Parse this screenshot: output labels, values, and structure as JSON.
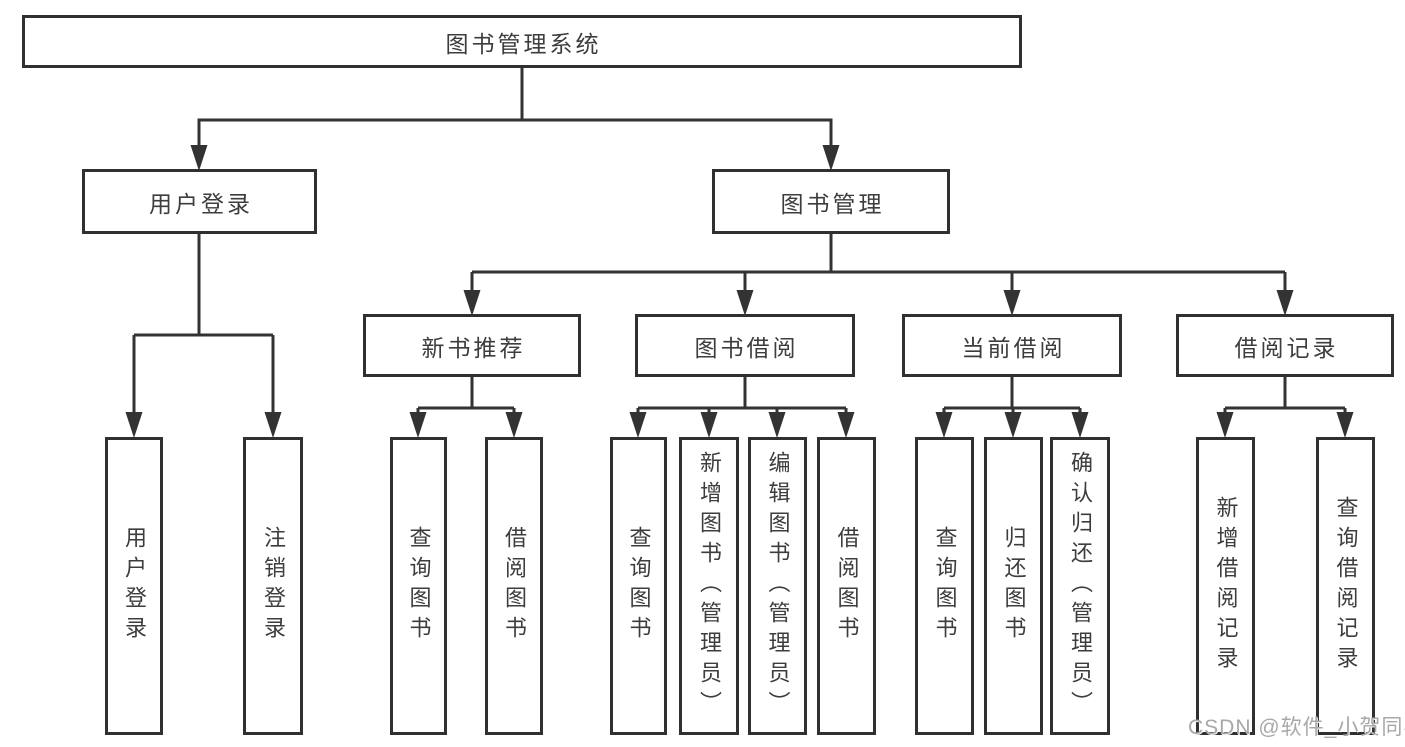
{
  "tree": {
    "label": "图书管理系统",
    "children": [
      {
        "label": "用户登录",
        "children": [
          {
            "label": "用户登录"
          },
          {
            "label": "注销登录"
          }
        ]
      },
      {
        "label": "图书管理",
        "children": [
          {
            "label": "新书推荐",
            "children": [
              {
                "label": "查询图书"
              },
              {
                "label": "借阅图书"
              }
            ]
          },
          {
            "label": "图书借阅",
            "children": [
              {
                "label": "查询图书"
              },
              {
                "label": "新增图书（管理员）"
              },
              {
                "label": "编辑图书（管理员）"
              },
              {
                "label": "借阅图书"
              }
            ]
          },
          {
            "label": "当前借阅",
            "children": [
              {
                "label": "查询图书"
              },
              {
                "label": "归还图书"
              },
              {
                "label": "确认归还（管理员）"
              }
            ]
          },
          {
            "label": "借阅记录",
            "children": [
              {
                "label": "新增借阅记录"
              },
              {
                "label": "查询借阅记录"
              }
            ]
          }
        ]
      }
    ]
  },
  "watermark": {
    "text": "CSDN @软件_小贺同学"
  },
  "colors": {
    "line": "#333333",
    "border": "#303030",
    "text": "#3d3d3d",
    "watermark_text": "#a8a8a8",
    "background": "#ffffff"
  }
}
